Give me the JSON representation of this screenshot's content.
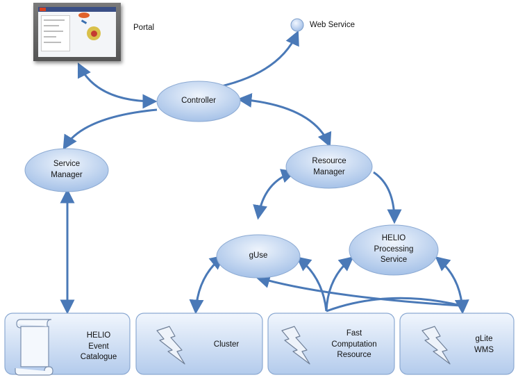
{
  "nodes": {
    "portal": "Portal",
    "web_service": "Web Service",
    "controller": "Controller",
    "service_manager": "Service\nManager",
    "resource_manager": "Resource\nManager",
    "guse": "gUse",
    "helio_processing": "HELIO\nProcessing\nService",
    "helio_event_catalogue": "HELIO\nEvent\nCatalogue",
    "cluster": "Cluster",
    "fast_computation": "Fast\nComputation\nResource",
    "glite_wms": "gLite\nWMS"
  },
  "colors": {
    "node_fill_light": "#e6effa",
    "node_fill_dark": "#a9c4e8",
    "node_stroke": "#7a9cc9",
    "arrow": "#4a79b7"
  }
}
